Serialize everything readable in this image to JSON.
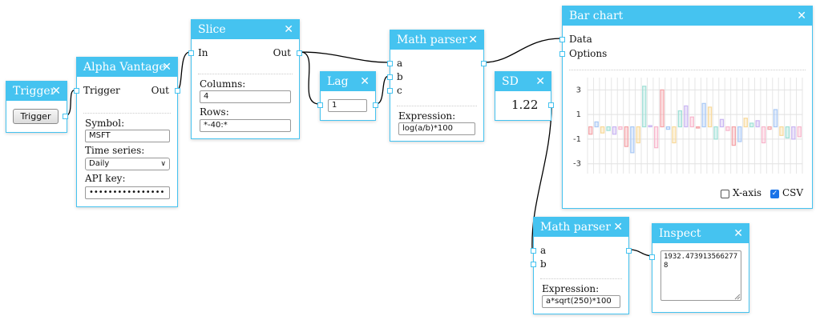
{
  "colors": {
    "accent": "#45c3f0"
  },
  "nodes": {
    "trigger": {
      "title": "Trigger",
      "button_label": "Trigger"
    },
    "alpha": {
      "title": "Alpha Vantage",
      "in_label": "Trigger",
      "out_label": "Out",
      "symbol_label": "Symbol:",
      "symbol_value": "MSFT",
      "series_label": "Time series:",
      "series_value": "Daily",
      "api_label": "API key:",
      "api_value": "••••••••••••••••"
    },
    "slice": {
      "title": "Slice",
      "in_label": "In",
      "out_label": "Out",
      "columns_label": "Columns:",
      "columns_value": "4",
      "rows_label": "Rows:",
      "rows_value": "*-40:*"
    },
    "lag": {
      "title": "Lag",
      "value": "1"
    },
    "math1": {
      "title": "Math parser",
      "port_a": "a",
      "port_b": "b",
      "port_c": "c",
      "expr_label": "Expression:",
      "expr_value": "log(a/b)*100"
    },
    "sd": {
      "title": "SD",
      "value": "1.22"
    },
    "barchart": {
      "title": "Bar chart",
      "port_data": "Data",
      "port_options": "Options",
      "xaxis_label": "X-axis",
      "xaxis_checked": false,
      "csv_label": "CSV",
      "csv_checked": true
    },
    "math2": {
      "title": "Math parser",
      "port_a": "a",
      "port_b": "b",
      "expr_label": "Expression:",
      "expr_value": "a*sqrt(250)*100"
    },
    "inspect": {
      "title": "Inspect",
      "value": "1932.4739135662778"
    }
  },
  "chart_data": {
    "type": "bar",
    "title": "",
    "xlabel": "",
    "ylabel": "",
    "ylim": [
      -3.8,
      4
    ],
    "yticks": [
      3,
      1,
      -1,
      -3
    ],
    "yticklabels": [
      "3",
      "1",
      "-1",
      "-3"
    ],
    "grid": true,
    "values": [
      -0.6,
      0.4,
      -0.5,
      -0.3,
      -0.6,
      -0.2,
      -1.6,
      -2.1,
      -1.3,
      3.3,
      0.1,
      -1.7,
      3.0,
      -0.2,
      -1.3,
      1.3,
      1.7,
      0.8,
      -0.1,
      1.9,
      1.6,
      -1.0,
      0.6,
      -0.3,
      -1.5,
      -1.2,
      0.7,
      0.3,
      0.5,
      -1.3,
      -0.2,
      1.4,
      -0.7,
      -0.9,
      -1.0,
      -0.8
    ],
    "palette": [
      "#f4a3a8",
      "#a9c9f5",
      "#f8d99a",
      "#9fe0d6",
      "#c9b5f2",
      "#f8b6cc"
    ]
  }
}
